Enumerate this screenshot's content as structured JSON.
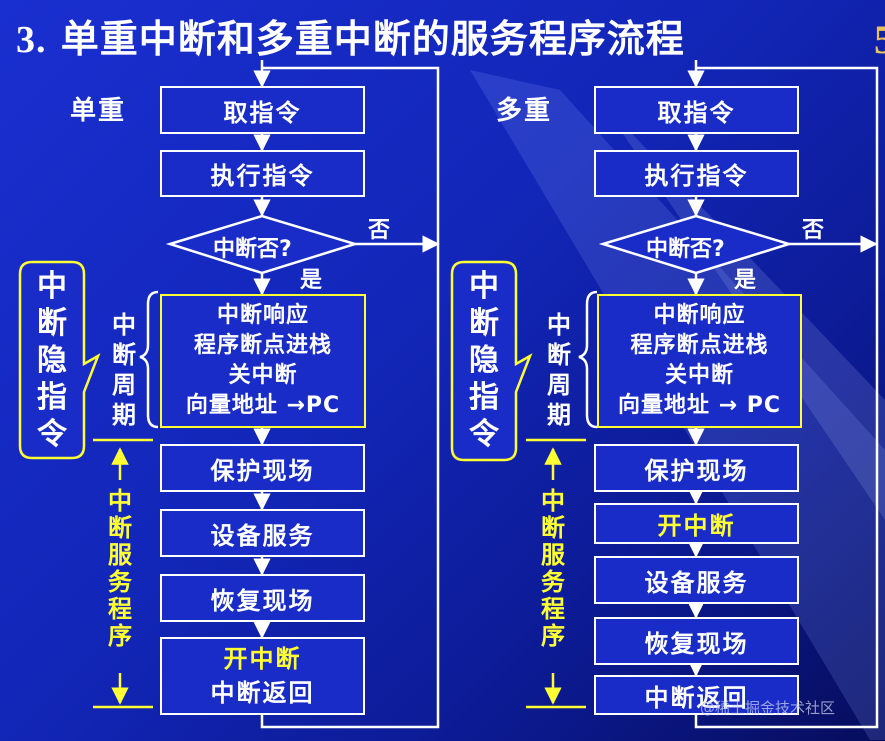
{
  "title": {
    "number": "3.",
    "text": "单重中断和多重中断的服务程序流程"
  },
  "page_number": "5",
  "watermark": "@稀土掘金技术社区",
  "single": {
    "label": "单重",
    "fetch": "取指令",
    "execute": "执行指令",
    "decision": "中断否?",
    "no": "否",
    "yes": "是",
    "cycle_lines": [
      "中断响应",
      "程序断点进栈",
      "关中断",
      "向量地址 →PC"
    ],
    "cycle_label": "中断周期",
    "hidden_instr": "中断隐指令",
    "service_label": "中断服务程序",
    "save": "保护现场",
    "device": "设备服务",
    "restore": "恢复现场",
    "enable": "开中断",
    "return": "中断返回"
  },
  "multiple": {
    "label": "多重",
    "fetch": "取指令",
    "execute": "执行指令",
    "decision": "中断否?",
    "no": "否",
    "yes": "是",
    "cycle_lines": [
      "中断响应",
      "程序断点进栈",
      "关中断",
      "向量地址 → PC"
    ],
    "cycle_label": "中断周期",
    "hidden_instr": "中断隐指令",
    "service_label": "中断服务程序",
    "save": "保护现场",
    "enable": "开中断",
    "device": "设备服务",
    "restore": "恢复现场",
    "return": "中断返回"
  },
  "colors": {
    "background": "#1226b8",
    "box_border": "#ffffff",
    "highlight": "#ffff33",
    "text": "#ffffff"
  }
}
